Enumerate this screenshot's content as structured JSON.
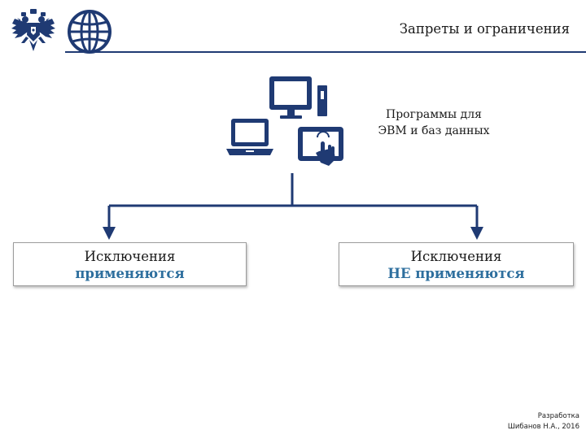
{
  "header": {
    "title": "Запреты и ограничения",
    "logos": [
      {
        "icon": "double-headed-eagle-emblem-icon",
        "color": "#1f3a73"
      },
      {
        "icon": "globe-icon",
        "color": "#1f3a73"
      }
    ],
    "rule_color": "#1f3a73"
  },
  "subject": {
    "icon": "computer-devices-icon",
    "line1": "Программы для",
    "line2": "ЭВМ и баз данных"
  },
  "branches": {
    "left": {
      "line1": "Исключения",
      "line2": "применяются"
    },
    "right": {
      "line1": "Исключения",
      "line2": "НЕ применяются"
    }
  },
  "footer": {
    "line1": "Разработка",
    "line2": "Шибанов Н.А., 2016"
  },
  "colors": {
    "brand_navy": "#1f3a73",
    "emphasis_blue": "#2e6f9e"
  }
}
